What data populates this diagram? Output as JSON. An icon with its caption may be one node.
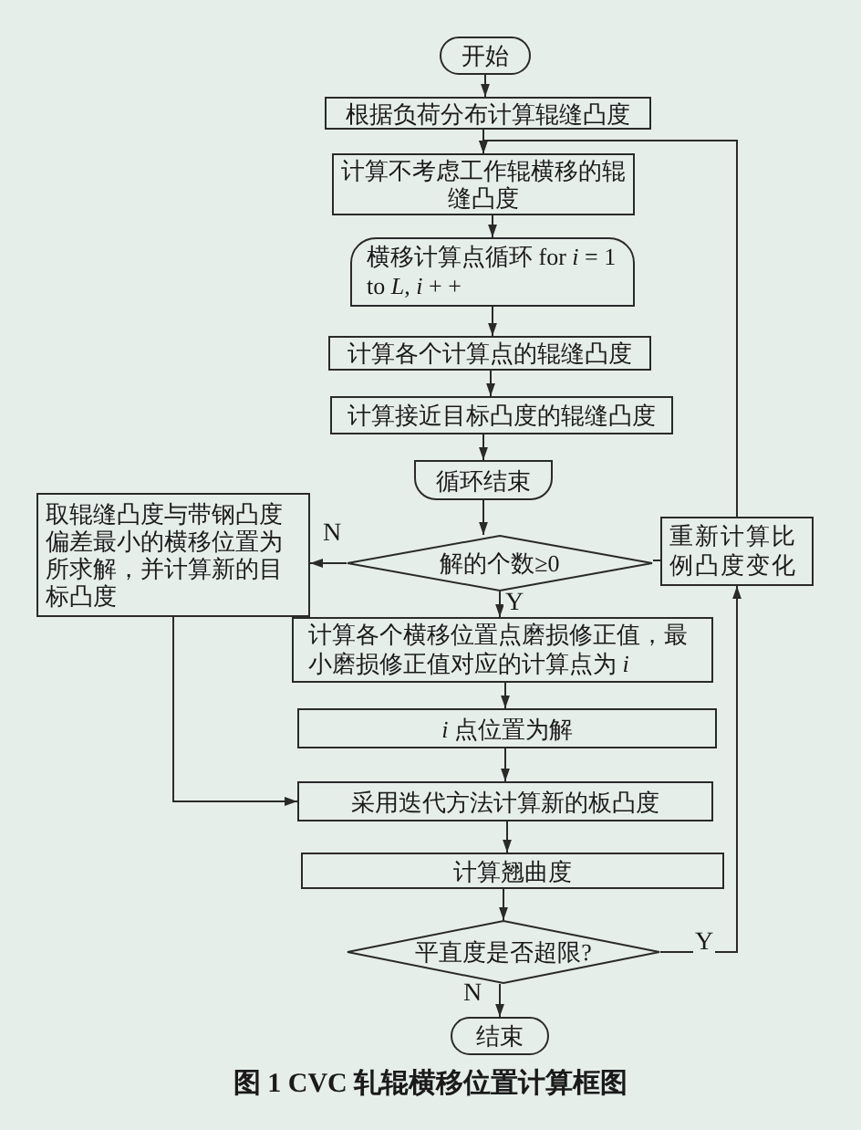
{
  "diagram": {
    "caption": "图 1 CVC 轧辊横移位置计算框图",
    "nodes": [
      {
        "text": [
          "开始"
        ]
      },
      {
        "text": [
          "根据负荷分布计算辊缝凸度"
        ]
      },
      {
        "text": [
          "计算不考虑工作辊横移的辊缝凸度"
        ]
      },
      {
        "text": [
          "横移计算点循环 for *i* = 1 to *L*, *i* + +"
        ]
      },
      {
        "text": [
          "计算各个计算点的辊缝凸度"
        ]
      },
      {
        "text": [
          "计算接近目标凸度的辊缝凸度"
        ]
      },
      {
        "text": [
          "循环结束"
        ]
      },
      {
        "text": [
          "解的个数≥0"
        ]
      },
      {
        "text": [
          "取辊缝凸度与带钢凸度偏差最小的横移位置为所求解，并计算新的目标凸度"
        ]
      },
      {
        "text": [
          "重新计算比例凸度变化"
        ]
      },
      {
        "text": [
          "计算各个横移位置点磨损修正值，最小磨损修正值对应的计算点为 *i*"
        ]
      },
      {
        "text": [
          "*i* 点位置为解"
        ]
      },
      {
        "text": [
          "采用迭代方法计算新的板凸度"
        ]
      },
      {
        "text": [
          "计算翘曲度"
        ]
      },
      {
        "text": [
          "平直度是否超限?"
        ]
      },
      {
        "text": [
          "结束"
        ]
      }
    ],
    "edges": [
      {
        "from": 0,
        "to": 1,
        "arrow": "to"
      },
      {
        "from": 1,
        "to": 2,
        "arrow": "to"
      },
      {
        "from": 2,
        "to": 3,
        "arrow": "to"
      },
      {
        "from": 3,
        "to": 4,
        "arrow": "to"
      },
      {
        "from": 4,
        "to": 5,
        "arrow": "to"
      },
      {
        "from": 5,
        "to": 6,
        "arrow": "to"
      },
      {
        "from": 6,
        "to": 7,
        "arrow": "to"
      },
      {
        "from": 7,
        "to": 8,
        "arrow": "to",
        "label": "N"
      },
      {
        "from": 7,
        "to": 10,
        "arrow": "to",
        "label": "Y"
      },
      {
        "from": 7,
        "to": 9,
        "arrow": "none"
      },
      {
        "from": 8,
        "to": 12,
        "arrow": "to"
      },
      {
        "from": 10,
        "to": 11,
        "arrow": "to"
      },
      {
        "from": 11,
        "to": 12,
        "arrow": "to"
      },
      {
        "from": 12,
        "to": 13,
        "arrow": "to"
      },
      {
        "from": 13,
        "to": 14,
        "arrow": "to"
      },
      {
        "from": 14,
        "to": 15,
        "arrow": "to",
        "label": "N"
      },
      {
        "from": 14,
        "to": 9,
        "arrow": "to",
        "label": "Y"
      },
      {
        "from": 9,
        "to": 2,
        "arrow": "to"
      }
    ]
  }
}
